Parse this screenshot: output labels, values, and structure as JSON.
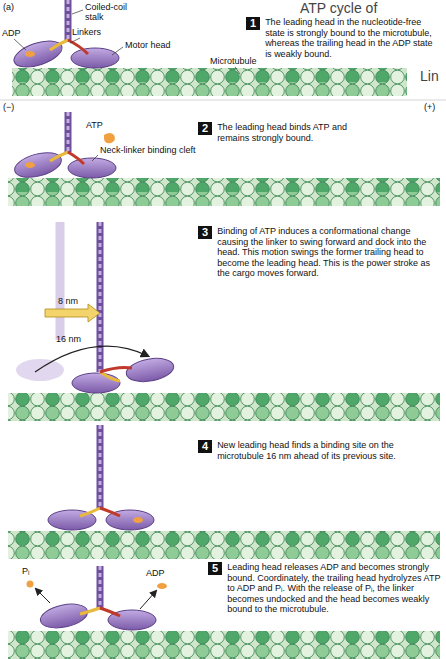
{
  "diagram": {
    "nodes": [
      {
        "text": [
          "1",
          "The leading head in the nucleotide-free state is strongly bound to the microtubule, whereas the trailing head in the ADP state is weakly bound."
        ]
      },
      {
        "text": [
          "2",
          "The leading head binds ATP and remains strongly bound."
        ]
      },
      {
        "text": [
          "3",
          "Binding of ATP induces a conformational change causing the linker to swing forward and dock into the head. This motion swings the former trailing head to become the leading head. This is the power stroke as the cargo moves forward."
        ]
      },
      {
        "text": [
          "4",
          "New leading head finds a binding site on the microtubule 16 nm ahead of its previous site."
        ]
      },
      {
        "text": [
          "5",
          "Leading head releases ADP and becomes strongly bound. Coordinately, the trailing head hydrolyzes ATP to ADP and Pᵢ. With the release of Pᵢ, the linker becomes undocked and the head becomes weakly bound to the microtubule."
        ]
      }
    ],
    "labels": [
      "ATP cycle of",
      "Lin",
      "(a)",
      "Coiled-coil stalk",
      "ADP",
      "Linkers",
      "Motor head",
      "Microtubule",
      "(−)",
      "(+)",
      "ATP",
      "Neck-linker binding cleft",
      "8 nm",
      "16 nm",
      "Pᵢ",
      "ADP"
    ]
  }
}
